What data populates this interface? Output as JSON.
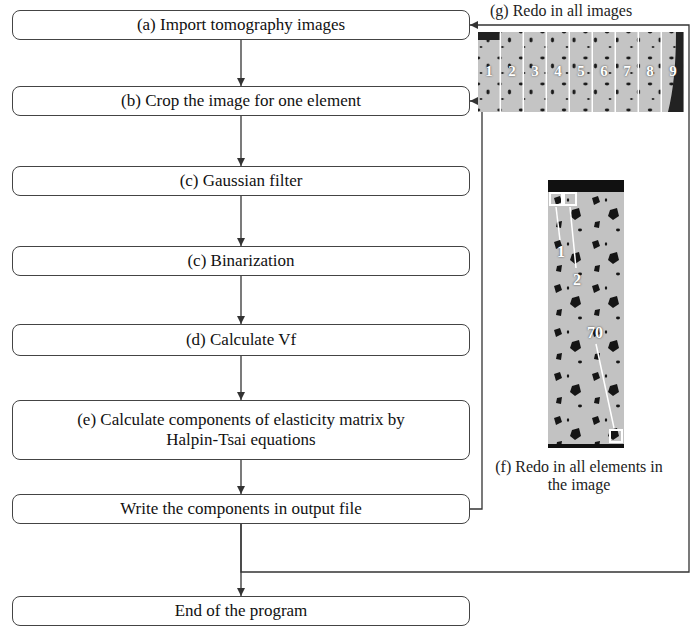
{
  "diagram": {
    "nodes": [
      {
        "text": [
          "(a) Import tomography images"
        ]
      },
      {
        "text": [
          "(b) Crop the image for one element"
        ]
      },
      {
        "text": [
          "(c) Gaussian filter"
        ]
      },
      {
        "text": [
          "(c) Binarization"
        ]
      },
      {
        "text": [
          "(d) Calculate Vf"
        ]
      },
      {
        "text": [
          "(e) Calculate components of elasticity matrix by Halpin-Tsai equations"
        ]
      },
      {
        "text": [
          "Write the components in output file"
        ]
      },
      {
        "text": [
          "End of the program"
        ]
      }
    ],
    "edges": [
      {
        "from": 0,
        "to": 1,
        "arrow": "to"
      },
      {
        "from": 1,
        "to": 2,
        "arrow": "to"
      },
      {
        "from": 2,
        "to": 3,
        "arrow": "to"
      },
      {
        "from": 3,
        "to": 4,
        "arrow": "to"
      },
      {
        "from": 4,
        "to": 5,
        "arrow": "to"
      },
      {
        "from": 5,
        "to": 6,
        "arrow": "to"
      },
      {
        "from": 6,
        "to": 1,
        "arrow": "to"
      },
      {
        "from": 6,
        "to": 7,
        "arrow": "to"
      },
      {
        "from": 6,
        "to": 0,
        "arrow": "to"
      }
    ],
    "labels": [
      "(g) Redo in all images",
      "1",
      "2",
      "3",
      "4",
      "5",
      "6",
      "7",
      "8",
      "9",
      "1",
      "2",
      "70",
      "(f) Redo in all elements in the image"
    ]
  }
}
